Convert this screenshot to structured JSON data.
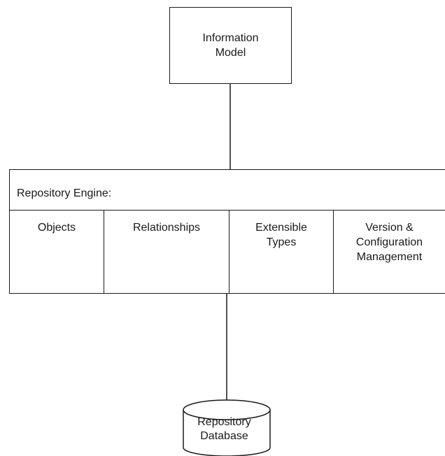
{
  "information_model": {
    "label": "Information\nModel"
  },
  "repository_engine": {
    "title": "Repository Engine:",
    "components": [
      {
        "label": "Objects"
      },
      {
        "label": "Relationships"
      },
      {
        "label": "Extensible\nTypes"
      },
      {
        "label": "Version &\nConfiguration\nManagement"
      }
    ]
  },
  "repository_database": {
    "label": "Repository\nDatabase"
  }
}
